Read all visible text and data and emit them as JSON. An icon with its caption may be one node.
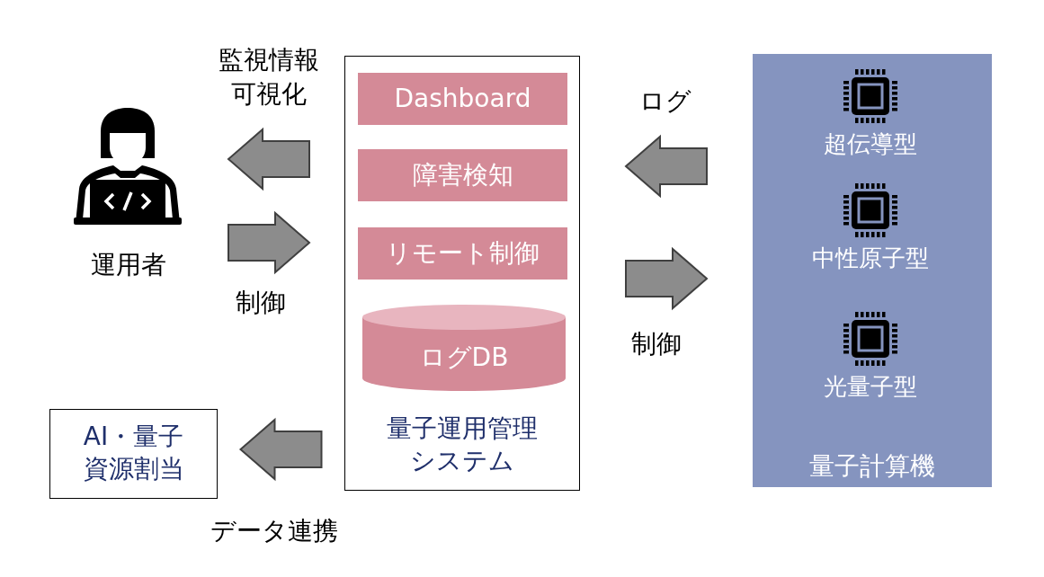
{
  "diagram": {
    "nodes": [
      {
        "text": [
          "運用者"
        ]
      },
      {
        "text": [
          "量子運用管理システム"
        ]
      },
      {
        "text": [
          "Dashboard"
        ],
        "in": 1
      },
      {
        "text": [
          "障害検知"
        ],
        "in": 1
      },
      {
        "text": [
          "リモート制御"
        ],
        "in": 1
      },
      {
        "text": [
          "ログDB"
        ],
        "in": 1
      },
      {
        "text": [
          "量子計算機"
        ]
      },
      {
        "text": [
          "超伝導型"
        ],
        "in": 6
      },
      {
        "text": [
          "中性原子型"
        ],
        "in": 6
      },
      {
        "text": [
          "光量子型"
        ],
        "in": 6
      },
      {
        "text": [
          "AI・量子資源割当"
        ]
      }
    ],
    "edges": [
      {
        "from": 1,
        "to": 0,
        "arrow": "to",
        "label": "監視情報可視化"
      },
      {
        "from": 0,
        "to": 1,
        "arrow": "to",
        "label": "制御"
      },
      {
        "from": 6,
        "to": 1,
        "arrow": "to",
        "label": "ログ"
      },
      {
        "from": 1,
        "to": 6,
        "arrow": "to",
        "label": "制御"
      },
      {
        "from": 1,
        "to": 10,
        "arrow": "to",
        "label": "データ連携"
      }
    ]
  }
}
